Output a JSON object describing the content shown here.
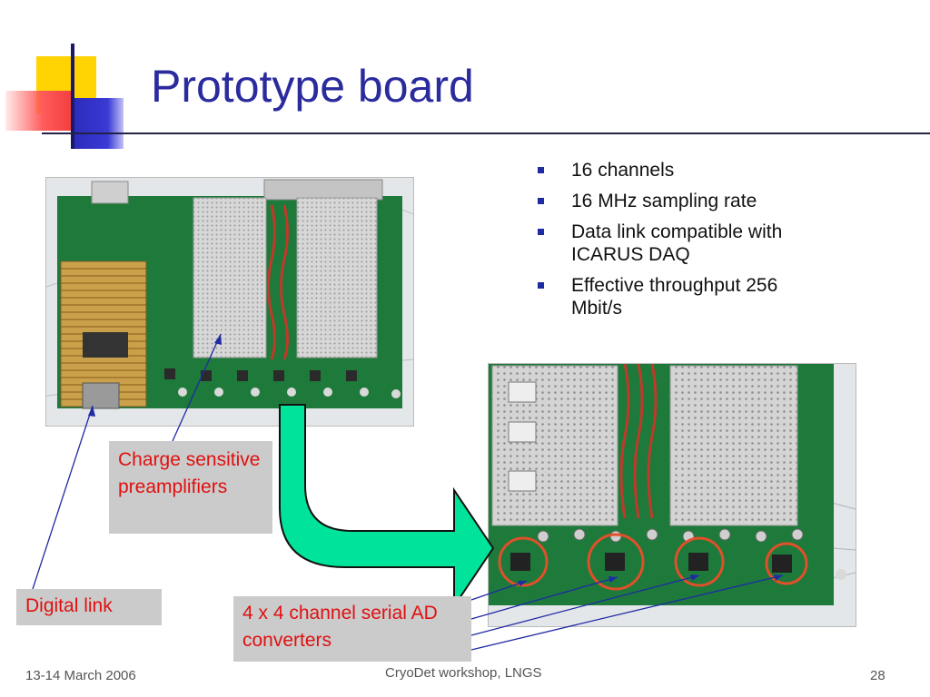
{
  "slide": {
    "title": "Prototype board",
    "bullets": [
      "16 channels",
      "16 MHz sampling rate",
      "Data link compatible with ICARUS DAQ",
      "Effective throughput 256 Mbit/s"
    ],
    "callouts": {
      "preamp": "Charge sensitive preamplifiers",
      "digital_link": "Digital link",
      "adc": "4 x 4 channel serial AD converters"
    },
    "footer": {
      "date": "13-14 March 2006",
      "event": "CryoDet workshop, LNGS",
      "page": "28"
    }
  },
  "colors": {
    "title": "#2b2b9e",
    "callout_text": "#e01010",
    "callout_bg": "#cbcbcb",
    "arrow": "#00e39a",
    "pointer_lines": "#1f2aa3",
    "adc_circles": "#e0502a",
    "pcb_green": "#1d7a3a"
  }
}
